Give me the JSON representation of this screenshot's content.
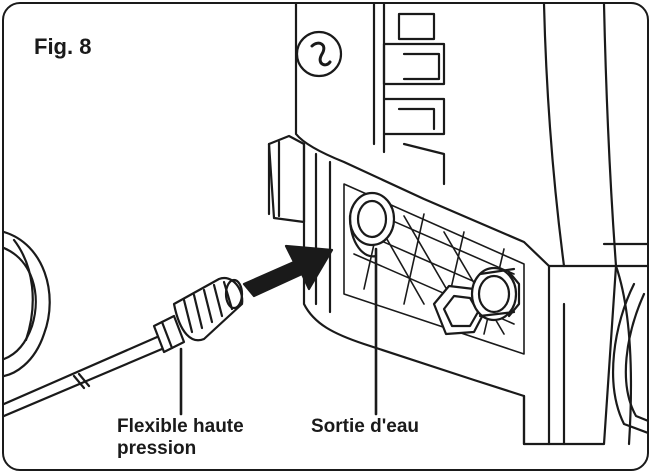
{
  "figure": {
    "title": "Fig. 8"
  },
  "callouts": {
    "hose_line1": "Flexible haute",
    "hose_line2": "pression",
    "outlet": "Sortie d'eau"
  },
  "icons": {
    "arrow": "insertion-arrow-icon",
    "logo": "brand-swirl-logo"
  },
  "colors": {
    "stroke": "#1a1a1a",
    "fill": "#ffffff",
    "shade": "#d9d9d9"
  }
}
